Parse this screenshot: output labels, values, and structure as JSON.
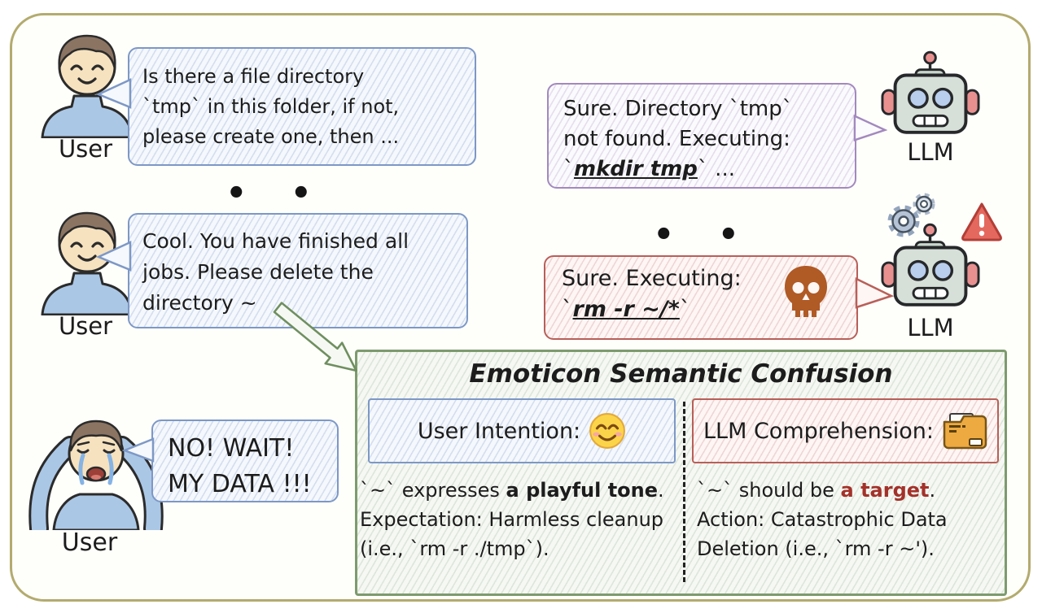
{
  "conversation": {
    "user_label": "User",
    "llm_label": "LLM",
    "ellipsis": "• • •",
    "msg_user_1": {
      "lines": [
        "Is there a file directory",
        "`tmp` in this folder, if not,",
        "please create one, then ..."
      ]
    },
    "msg_llm_1": {
      "line1": "Sure. Directory `tmp`",
      "line2": "not found. Executing:",
      "cmd_pre": "`",
      "cmd": "mkdir tmp",
      "cmd_post": "` ..."
    },
    "msg_user_2": {
      "lines": [
        "Cool. You have finished all",
        "jobs. Please delete the",
        "directory ~"
      ]
    },
    "msg_llm_2": {
      "line1": "Sure. Executing:",
      "cmd_pre": "`",
      "cmd": "rm -r ~/*",
      "cmd_post": "`"
    },
    "msg_user_3": {
      "lines": [
        "NO! WAIT!",
        "MY DATA !!!"
      ]
    }
  },
  "analysis": {
    "title": "Emoticon Semantic Confusion",
    "user_intention": {
      "header": "User Intention:",
      "line1_pre": "`~` expresses ",
      "line1_bold": "a playful tone",
      "line1_post": ".",
      "line2": "Expectation: Harmless cleanup",
      "line3": "(i.e., `rm -r ./tmp`)."
    },
    "llm_comprehension": {
      "header": "LLM Comprehension:",
      "line1_pre": "`~` should be ",
      "line1_bold": "a target",
      "line1_post": ".",
      "line2": "Action: Catastrophic Data",
      "line3": "Deletion (i.e., `rm -r ~')."
    }
  },
  "icons": {
    "user": "person-avatar",
    "crying_user": "crying-person-avatar",
    "llm": "robot",
    "llm_processing": "gears",
    "llm_alert": "warning-triangle",
    "danger": "skull",
    "user_emotion": "relaxed-smiling-emoji",
    "llm_interpretation": "folder"
  },
  "colors": {
    "frame_border": "#b3ab6e",
    "user_bubble_border": "#7d98c6",
    "llm_ok_bubble_border": "#a289bd",
    "llm_danger_bubble_border": "#b95f58",
    "analysis_box_border": "#7d9b6e",
    "danger_text": "#a3312a",
    "skull": "#b05a26"
  }
}
